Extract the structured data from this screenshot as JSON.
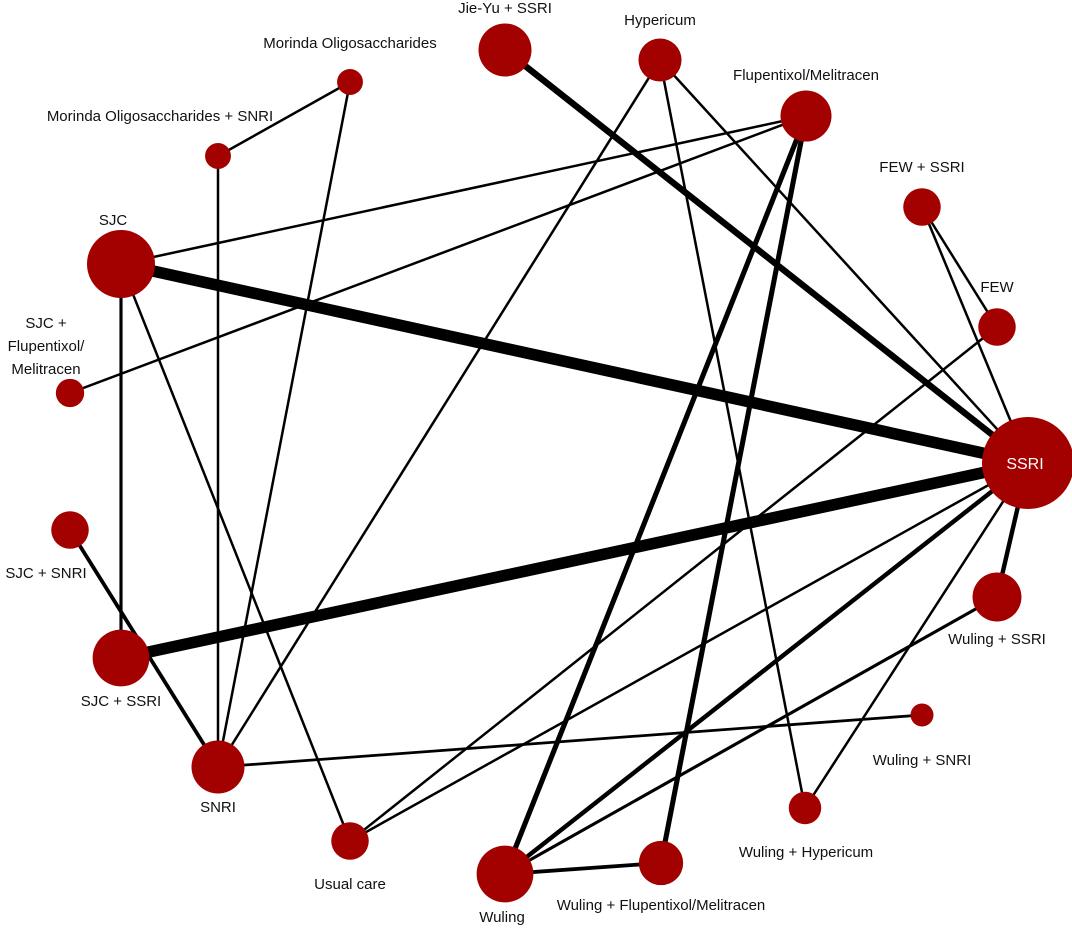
{
  "colors": {
    "node": "#a30000",
    "edge": "#000000",
    "label": "#111111",
    "label_inside": "#ffffff"
  },
  "nodes": [
    {
      "id": "jieyu_ssri",
      "label": "Jie-Yu + SSRI",
      "lines": [
        "Jie-Yu + SSRI"
      ],
      "weight": 2.2
    },
    {
      "id": "hypericum",
      "label": "Hypericum",
      "lines": [
        "Hypericum"
      ],
      "weight": 1.3
    },
    {
      "id": "flupentixol",
      "label": "Flupentixol/Melitracen",
      "lines": [
        "Flupentixol/Melitracen"
      ],
      "weight": 2.0
    },
    {
      "id": "few_ssri",
      "label": "FEW + SSRI",
      "lines": [
        "FEW + SSRI"
      ],
      "weight": 0.9
    },
    {
      "id": "few",
      "label": "FEW",
      "lines": [
        "FEW"
      ],
      "weight": 0.9
    },
    {
      "id": "ssri",
      "label": "SSRI",
      "lines": [
        "SSRI"
      ],
      "weight": 8.0
    },
    {
      "id": "wuling_ssri",
      "label": "Wuling + SSRI",
      "lines": [
        "Wuling + SSRI"
      ],
      "weight": 1.8
    },
    {
      "id": "wuling_snri",
      "label": "Wuling + SNRI",
      "lines": [
        "Wuling + SNRI"
      ],
      "weight": 0.2
    },
    {
      "id": "wuling_hypericum",
      "label": "Wuling + Hypericum",
      "lines": [
        "Wuling + Hypericum"
      ],
      "weight": 0.6
    },
    {
      "id": "wuling_flupentixol",
      "label": "Wuling + Flupentixol/Melitracen",
      "lines": [
        "Wuling + Flupentixol/Melitracen"
      ],
      "weight": 1.4
    },
    {
      "id": "wuling",
      "label": "Wuling",
      "lines": [
        "Wuling"
      ],
      "weight": 2.6
    },
    {
      "id": "usual_care",
      "label": "Usual care",
      "lines": [
        "Usual care"
      ],
      "weight": 0.9
    },
    {
      "id": "snri",
      "label": "SNRI",
      "lines": [
        "SNRI"
      ],
      "weight": 2.2
    },
    {
      "id": "sjc_ssri",
      "label": "SJC + SSRI",
      "lines": [
        "SJC + SSRI"
      ],
      "weight": 2.6
    },
    {
      "id": "sjc_snri",
      "label": "SJC + SNRI",
      "lines": [
        "SJC + SNRI"
      ],
      "weight": 0.9
    },
    {
      "id": "sjc_flupentixol",
      "label": "SJC + Flupentixol/Melitracen",
      "lines": [
        "SJC +",
        "Flupentixol/",
        "Melitracen"
      ],
      "weight": 0.4
    },
    {
      "id": "sjc",
      "label": "SJC",
      "lines": [
        "SJC"
      ],
      "weight": 4.0
    },
    {
      "id": "morinda_snri",
      "label": "Morinda Oligosaccharides + SNRI",
      "lines": [
        "Morinda Oligosaccharides + SNRI"
      ],
      "weight": 0.3
    },
    {
      "id": "morinda",
      "label": "Morinda Oligosaccharides",
      "lines": [
        "Morinda Oligosaccharides"
      ],
      "weight": 0.3
    }
  ],
  "edges": [
    {
      "source": "sjc",
      "target": "ssri",
      "weight": 8
    },
    {
      "source": "sjc_ssri",
      "target": "ssri",
      "weight": 8
    },
    {
      "source": "jieyu_ssri",
      "target": "ssri",
      "weight": 4
    },
    {
      "source": "flupentixol",
      "target": "wuling",
      "weight": 3
    },
    {
      "source": "flupentixol",
      "target": "wuling_flupentixol",
      "weight": 3
    },
    {
      "source": "wuling",
      "target": "ssri",
      "weight": 2.5
    },
    {
      "source": "wuling",
      "target": "wuling_flupentixol",
      "weight": 2
    },
    {
      "source": "ssri",
      "target": "wuling_ssri",
      "weight": 2.5
    },
    {
      "source": "sjc_snri",
      "target": "snri",
      "weight": 2
    },
    {
      "source": "sjc",
      "target": "sjc_ssri",
      "weight": 1.5
    },
    {
      "source": "wuling",
      "target": "wuling_ssri",
      "weight": 1.5
    },
    {
      "source": "snri",
      "target": "wuling_snri",
      "weight": 1.2
    },
    {
      "source": "hypericum",
      "target": "snri",
      "weight": 1
    },
    {
      "source": "hypericum",
      "target": "ssri",
      "weight": 1
    },
    {
      "source": "hypericum",
      "target": "wuling_hypericum",
      "weight": 1
    },
    {
      "source": "flupentixol",
      "target": "sjc",
      "weight": 1
    },
    {
      "source": "flupentixol",
      "target": "sjc_flupentixol",
      "weight": 1
    },
    {
      "source": "few_ssri",
      "target": "ssri",
      "weight": 1
    },
    {
      "source": "few_ssri",
      "target": "few",
      "weight": 1
    },
    {
      "source": "few",
      "target": "usual_care",
      "weight": 1
    },
    {
      "source": "sjc",
      "target": "usual_care",
      "weight": 1
    },
    {
      "source": "ssri",
      "target": "usual_care",
      "weight": 1
    },
    {
      "source": "ssri",
      "target": "wuling_hypericum",
      "weight": 1
    },
    {
      "source": "morinda_snri",
      "target": "morinda",
      "weight": 1
    },
    {
      "source": "morinda_snri",
      "target": "snri",
      "weight": 1
    },
    {
      "source": "morinda",
      "target": "snri",
      "weight": 1
    }
  ]
}
